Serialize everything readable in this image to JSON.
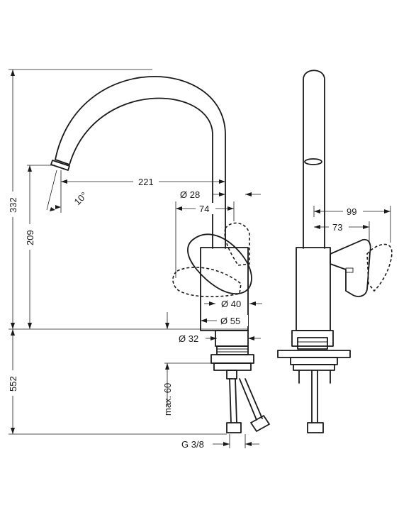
{
  "dimensions": {
    "overall_height": "332",
    "spout_height": "209",
    "spout_reach": "221",
    "spout_angle": "10°",
    "spout_diameter": "Ø 28",
    "lever_offset": "74",
    "base_inner_diameter": "Ø 40",
    "base_outer_diameter": "Ø 55",
    "shank_diameter": "Ø 32",
    "below_counter_length": "552",
    "max_counter_thickness": "max. 60",
    "connection_thread": "G 3/8",
    "side_lever_reach": "99",
    "side_lever_offset": "73"
  },
  "colors": {
    "line": "#1a1a1a",
    "background": "#ffffff"
  }
}
